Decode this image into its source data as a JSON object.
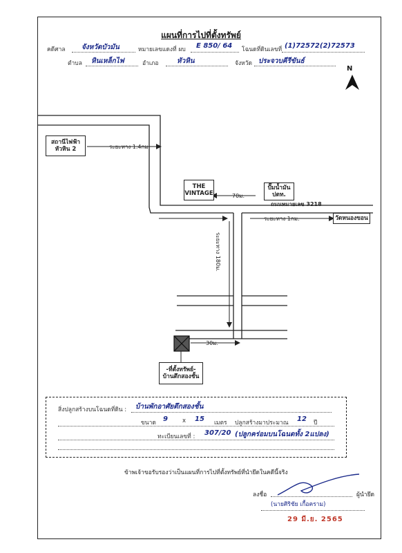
{
  "header": {
    "title": "แผนที่การไปที่ตั้งทรัพย์",
    "court_label": "คดีศาล",
    "court_value": "จังหวัดบัวมัน",
    "case_label": "หมายเลขแดงที่ ผบ",
    "case_value": "E 850/ 64",
    "deed_label": "โฉนดที่ดินเลขที่",
    "deed_value": "(1)72572(2)72573",
    "subdistrict_label": "ตำบล",
    "subdistrict_value": "หินเหล็กไฟ",
    "district_label": "อำเภอ",
    "district_value": "หัวหิน",
    "province_label": "จังหวัด",
    "province_value": "ประจวบคีรีขันธ์"
  },
  "map": {
    "north_label": "N",
    "substation": "สถานีไฟฟ้า\nหัวหิน 2",
    "dist_1": "ระยะทาง 1.4กม.",
    "vintage": "THE\nVINTAGE",
    "dist_70": "70ม.",
    "gas_station": "ปั๊มน้ำมัน\nปตท.",
    "highway": "ถนนหมายเลข 3218",
    "dist_2": "ระยะทาง 1กม.",
    "temple": "วัดหนองขอน",
    "dist_vertical": "ระยะทาง 180ม.",
    "dist_30": "30ม.",
    "property": "-ที่ตั้งทรัพย์-\nบ้านตึกสองชั้น"
  },
  "details": {
    "building_label": "สิ่งปลูกสร้างบนโฉนดที่ดิน :",
    "building_value": "บ้านพักอาศัยตึกสองชั้น",
    "size_label": "ขนาด",
    "size_w": "9",
    "size_x": "x",
    "size_h": "15",
    "size_unit": "เมตร",
    "age_label": "ปลูกสร้างมาประมาณ",
    "age_value": "12",
    "age_unit": "ปี",
    "reg_label": "ทะเบียนเลขที่ :",
    "reg_value": "307/20",
    "reg_note": "(ปลูกคร่อมบนโฉนดทั้ง 2แปลง)"
  },
  "certification": {
    "statement": "ข้าพเจ้าขอรับรองว่าเป็นแผนที่การไปที่ตั้งทรัพย์ที่นำยึดในคดีนี้จริง",
    "sign_label": "ลงชื่อ",
    "role": "ผู้นำยึด",
    "name": "(นายศิริชัย  เกื้อคราม)",
    "date": "29 มี.ย. 2565"
  }
}
